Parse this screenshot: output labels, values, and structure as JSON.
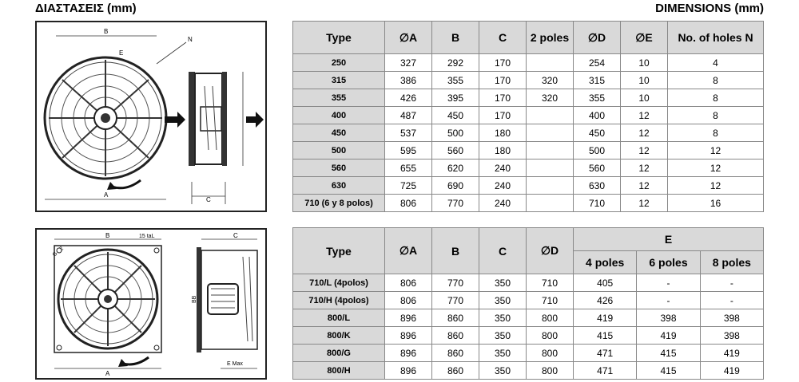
{
  "header": {
    "left_title": "ΔΙΑΣΤΑΣΕΙΣ (mm)",
    "right_title": "DIMENSIONS (mm)"
  },
  "figure1": {
    "label_b": "B",
    "label_e": "E",
    "label_n": "N",
    "label_a": "A",
    "label_c": "C"
  },
  "figure2": {
    "label_b": "B",
    "label_holes": "15 taL",
    "label_c": "C",
    "label_d": "G 12",
    "label_bb": "BB",
    "label_a": "A",
    "label_emax": "E Max"
  },
  "table1": {
    "headers": [
      "Type",
      "∅A",
      "B",
      "C",
      "2 poles",
      "∅D",
      "∅E",
      "No. of holes N"
    ],
    "rows": [
      [
        "250",
        "327",
        "292",
        "170",
        "",
        "254",
        "10",
        "4"
      ],
      [
        "315",
        "386",
        "355",
        "170",
        "320",
        "315",
        "10",
        "8"
      ],
      [
        "355",
        "426",
        "395",
        "170",
        "320",
        "355",
        "10",
        "8"
      ],
      [
        "400",
        "487",
        "450",
        "170",
        "",
        "400",
        "12",
        "8"
      ],
      [
        "450",
        "537",
        "500",
        "180",
        "",
        "450",
        "12",
        "8"
      ],
      [
        "500",
        "595",
        "560",
        "180",
        "",
        "500",
        "12",
        "12"
      ],
      [
        "560",
        "655",
        "620",
        "240",
        "",
        "560",
        "12",
        "12"
      ],
      [
        "630",
        "725",
        "690",
        "240",
        "",
        "630",
        "12",
        "12"
      ],
      [
        "710 (6 y 8 polos)",
        "806",
        "770",
        "240",
        "",
        "710",
        "12",
        "16"
      ]
    ]
  },
  "table2": {
    "headers": [
      "Type",
      "∅A",
      "B",
      "C",
      "∅D"
    ],
    "group_header": "E",
    "sub_headers": [
      "4 poles",
      "6 poles",
      "8 poles"
    ],
    "rows": [
      [
        "710/L (4polos)",
        "806",
        "770",
        "350",
        "710",
        "405",
        "-",
        "-"
      ],
      [
        "710/H (4polos)",
        "806",
        "770",
        "350",
        "710",
        "426",
        "-",
        "-"
      ],
      [
        "800/L",
        "896",
        "860",
        "350",
        "800",
        "419",
        "398",
        "398"
      ],
      [
        "800/K",
        "896",
        "860",
        "350",
        "800",
        "415",
        "419",
        "398"
      ],
      [
        "800/G",
        "896",
        "860",
        "350",
        "800",
        "471",
        "415",
        "419"
      ],
      [
        "800/H",
        "896",
        "860",
        "350",
        "800",
        "471",
        "415",
        "419"
      ]
    ]
  }
}
